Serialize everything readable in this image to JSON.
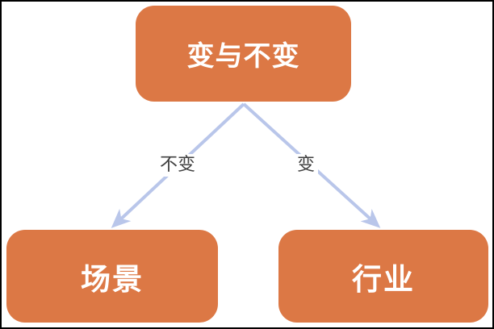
{
  "diagram": {
    "root_node": {
      "label": "变与不变"
    },
    "left_node": {
      "label": "场景"
    },
    "right_node": {
      "label": "行业"
    },
    "left_edge": {
      "label": "不变"
    },
    "right_edge": {
      "label": "变"
    },
    "colors": {
      "node_fill": "#dc7845",
      "node_text": "#ffffff",
      "connector": "#b9c6ea",
      "edge_label_text": "#404040",
      "background": "#ffffff",
      "border": "#000000"
    }
  }
}
